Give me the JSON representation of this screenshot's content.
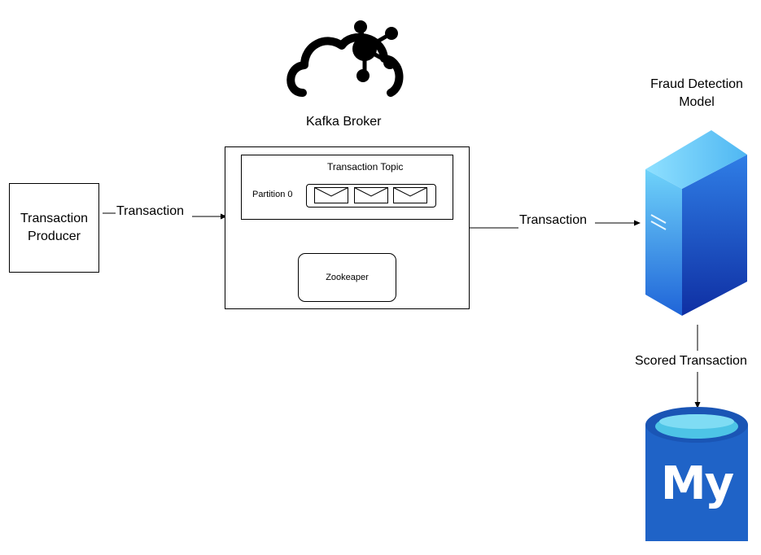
{
  "producer": {
    "label_line1": "Transaction",
    "label_line2": "Producer"
  },
  "broker": {
    "title": "Kafka Broker",
    "icon": "kafka-cloud-icon"
  },
  "topic": {
    "title": "Transaction Topic",
    "partition_label": "Partition 0",
    "message_icon": "envelope-icon"
  },
  "zookeeper": {
    "label": "Zookeaper"
  },
  "model": {
    "label_line1": "Fraud Detection",
    "label_line2": "Model",
    "icon": "server-icon"
  },
  "edges": {
    "producer_to_broker": "Transaction",
    "broker_to_model": "Transaction",
    "model_to_db": "Scored Transaction"
  },
  "database": {
    "icon": "mysql-database-icon",
    "logo_text": "My"
  },
  "colors": {
    "server_light": "#5ec8f5",
    "server_dark": "#1a50c8",
    "db_blue": "#1f63c7",
    "db_top": "#4dc4e6"
  }
}
